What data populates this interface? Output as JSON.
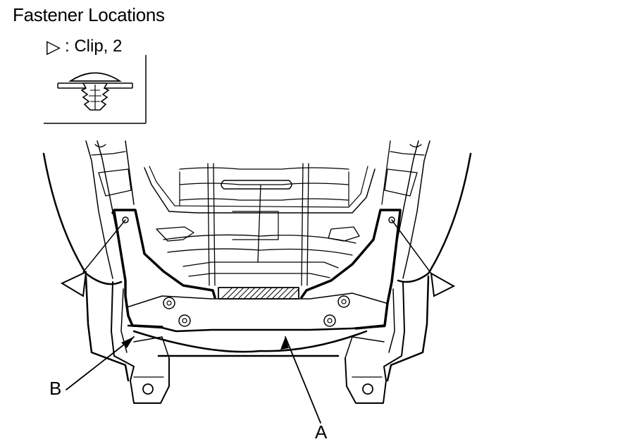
{
  "title": "Fastener Locations",
  "legend": {
    "symbol": "▷",
    "text": ": Clip, 2"
  },
  "callouts": {
    "a": "A",
    "b": "B"
  }
}
